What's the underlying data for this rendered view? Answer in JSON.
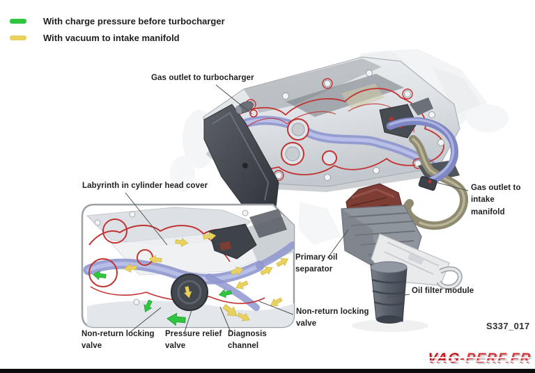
{
  "legend": {
    "items": [
      {
        "name": "charge-pressure",
        "label": "With charge pressure before turbocharger",
        "color": "#2fc53f"
      },
      {
        "name": "vacuum",
        "label": "With vacuum to intake manifold",
        "color": "#e8d15c"
      }
    ]
  },
  "labels": {
    "gas_outlet_turbo": "Gas outlet to turbocharger",
    "labyrinth": "Labyrinth in cylinder head cover",
    "gas_outlet_intake": "Gas outlet to intake manifold",
    "primary_oil_separator": "Primary oil separator",
    "oil_filter_module": "Oil filter module",
    "non_return_valve_right": "Non-return locking valve",
    "non_return_valve_bottom": "Non-return locking valve",
    "pressure_relief_valve": "Pressure relief valve",
    "diagnosis_channel": "Diagnosis channel"
  },
  "figure": {
    "reference": "S337_017"
  },
  "branding": {
    "logo_primary": "VAG",
    "logo_secondary": "-PERF.FR"
  },
  "colors": {
    "charge_pressure_green": "#2fc53f",
    "vacuum_yellow": "#e8d15c",
    "gasket_red": "#c23230",
    "channel_blue": "#8f97ce",
    "logo_red": "#c8121a"
  }
}
